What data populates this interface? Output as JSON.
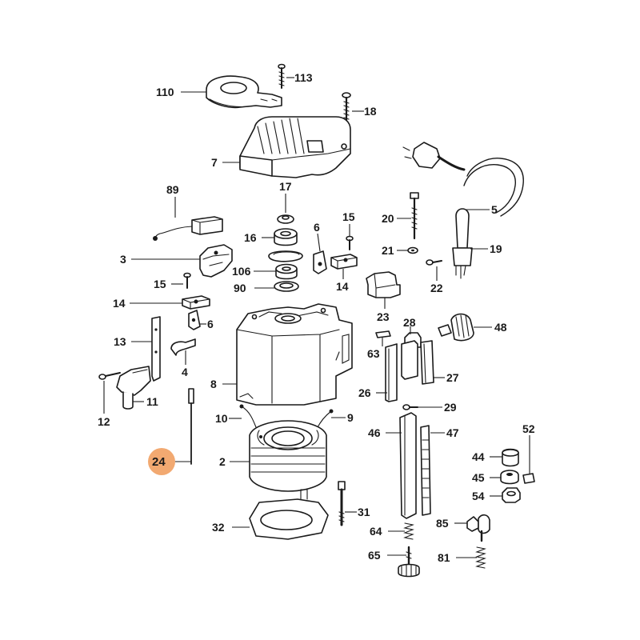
{
  "highlight": {
    "label": "24",
    "color": "#f2a971"
  },
  "labels": {
    "p110": "110",
    "p113": "113",
    "p18": "18",
    "p7": "7",
    "p89": "89",
    "p17": "17",
    "p15a": "15",
    "p20": "20",
    "p5": "5",
    "p3": "3",
    "p16": "16",
    "p6a": "6",
    "p21": "21",
    "p19": "19",
    "p106": "106",
    "p15b": "15",
    "p90": "90",
    "p14a": "14",
    "p22": "22",
    "p14b": "14",
    "p23": "23",
    "p6b": "6",
    "p28": "28",
    "p48": "48",
    "p13": "13",
    "p63": "63",
    "p4": "4",
    "p27": "27",
    "p8": "8",
    "p26": "26",
    "p29": "29",
    "p11": "11",
    "p12": "12",
    "p10": "10",
    "p9": "9",
    "p46": "46",
    "p47": "47",
    "p52": "52",
    "p24": "24",
    "p2": "2",
    "p44": "44",
    "p45": "45",
    "p54": "54",
    "p31": "31",
    "p32": "32",
    "p64": "64",
    "p85": "85",
    "p65": "65",
    "p81": "81"
  }
}
